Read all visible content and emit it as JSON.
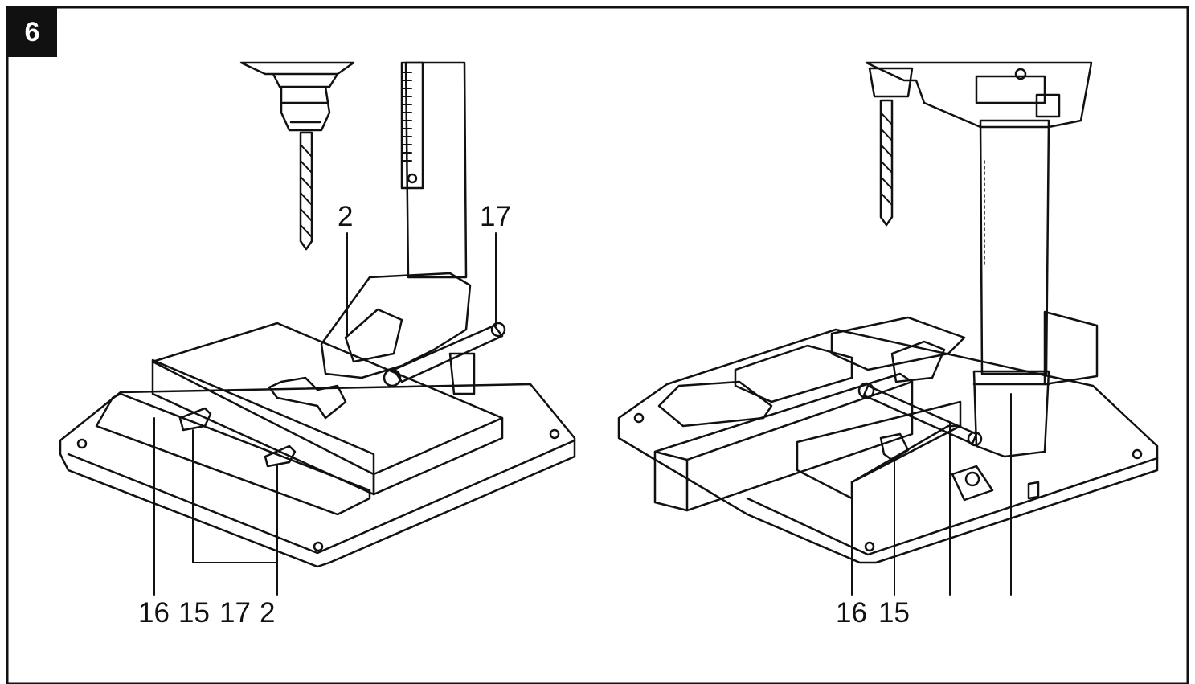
{
  "figure": {
    "number": "6",
    "left_view": {
      "callouts_top": [
        "2",
        "17"
      ],
      "callouts_bottom": [
        "16",
        "15",
        "17",
        "2"
      ]
    },
    "right_view": {
      "callouts_bottom": [
        "16",
        "15"
      ]
    }
  },
  "colors": {
    "line": "#111111",
    "background": "#ffffff",
    "badge": "#111111"
  }
}
